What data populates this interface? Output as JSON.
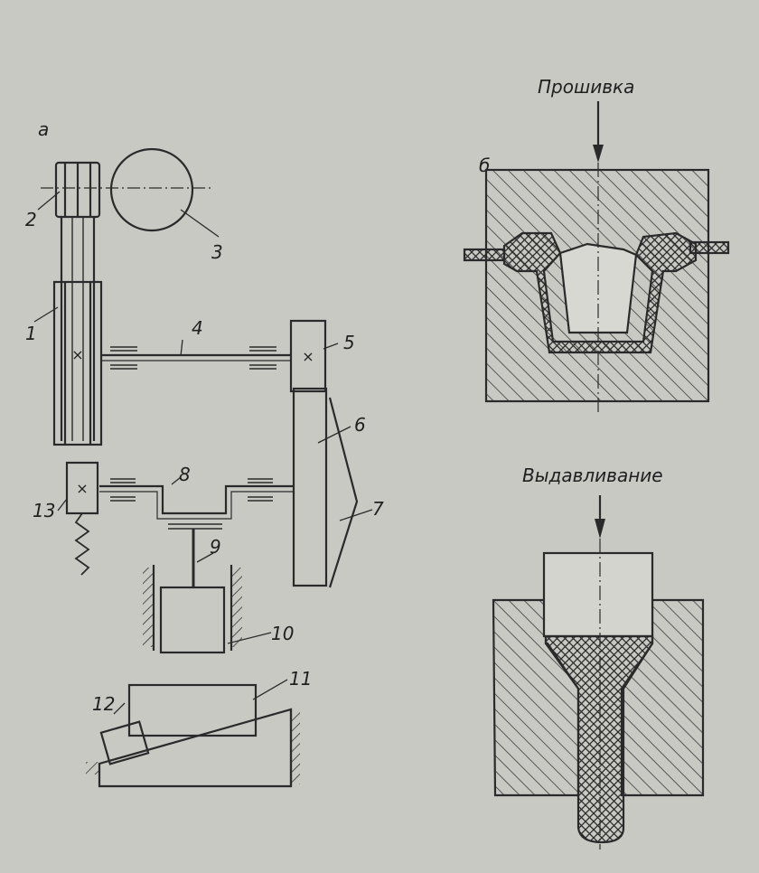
{
  "panel_a": {
    "letter": "а",
    "labels": {
      "n1": "1",
      "n2": "2",
      "n3": "3",
      "n4": "4",
      "n5": "5",
      "n6": "6",
      "n7": "7",
      "n8": "8",
      "n9": "9",
      "n10": "10",
      "n11": "11",
      "n12": "12",
      "n13": "13"
    }
  },
  "panel_b": {
    "letter": "б",
    "piercing_title": "Прошивка",
    "extrusion_title": "Выдавливание"
  },
  "colors": {
    "background": "#c9c9c4",
    "ink": "#2a2a2a",
    "hatch": "#3a3a3a"
  }
}
